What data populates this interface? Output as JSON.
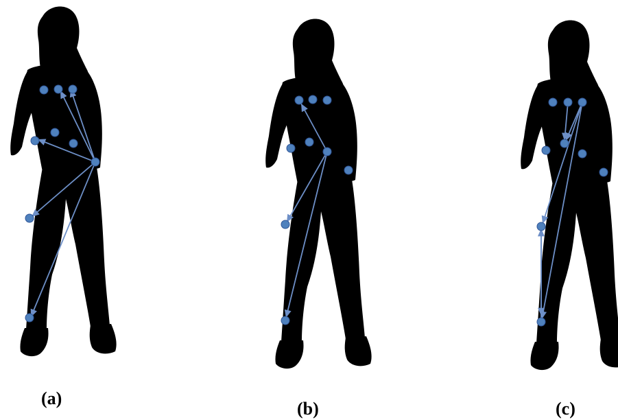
{
  "panels": [
    {
      "label": "(a)"
    },
    {
      "label": "(b)"
    },
    {
      "label": "(c)"
    }
  ],
  "colors": {
    "silhouette": "#000000",
    "node_fill": "#4f81bd",
    "node_stroke": "#2f5597",
    "arrow": "#6d8fc7",
    "background": "#ffffff"
  },
  "icons": [
    "woman-silhouette-icon",
    "joint-node-icon",
    "arrow-icon"
  ]
}
